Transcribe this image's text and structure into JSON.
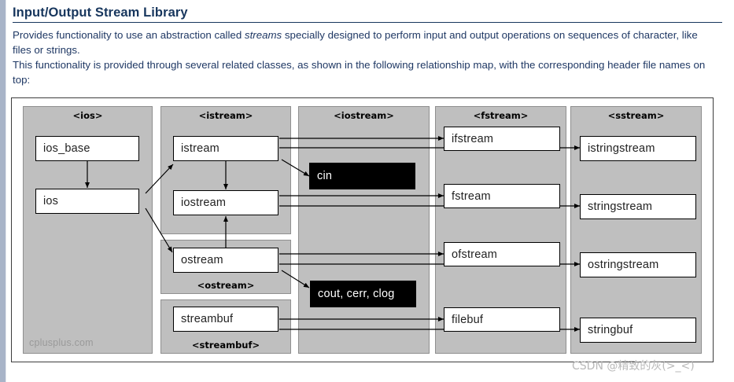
{
  "page": {
    "title": "Input/Output Stream Library",
    "paragraph1_before": "Provides functionality to use an abstraction called ",
    "paragraph1_italic": "streams",
    "paragraph1_after": " specially designed to perform input and output operations on sequences of character, like files or strings.",
    "paragraph2": "This functionality is provided through several related classes, as shown in the following relationship map, with the corresponding header file names on top:"
  },
  "watermarks": {
    "source": "cplusplus.com",
    "csdn": "CSDN @精致的灰(>_<)"
  },
  "colors": {
    "panel_fill": "#bfbfbf",
    "panel_border": "#8f8f8f",
    "box_fill": "#ffffff",
    "box_border": "#000000",
    "object_fill": "#000000",
    "object_text": "#ffffff",
    "text_blue": "#1f3864",
    "frame_border": "#3d3d3d",
    "left_strip": "#a8b4c8"
  },
  "diagram": {
    "headers": {
      "ios": "<ios>",
      "istream": "<istream>",
      "ostream": "<ostream>",
      "streambuf": "<streambuf>",
      "iostream": "<iostream>",
      "fstream": "<fstream>",
      "sstream": "<sstream>"
    },
    "classes": {
      "ios_base": "ios_base",
      "ios": "ios",
      "istream": "istream",
      "iostream": "iostream",
      "ostream": "ostream",
      "streambuf": "streambuf",
      "ifstream": "ifstream",
      "fstream": "fstream",
      "ofstream": "ofstream",
      "filebuf": "filebuf",
      "istringstream": "istringstream",
      "stringstream": "stringstream",
      "ostringstream": "ostringstream",
      "stringbuf": "stringbuf"
    },
    "objects": {
      "cin": "cin",
      "cout": "cout, cerr, clog"
    },
    "relationships": [
      {
        "from": "ios_base",
        "to": "ios"
      },
      {
        "from": "ios",
        "to": "istream"
      },
      {
        "from": "ios",
        "to": "ostream"
      },
      {
        "from": "istream",
        "to": "iostream"
      },
      {
        "from": "ostream",
        "to": "iostream"
      },
      {
        "from": "istream",
        "to": "cin"
      },
      {
        "from": "ostream",
        "to": "cout, cerr, clog"
      },
      {
        "from": "istream",
        "to": "ifstream"
      },
      {
        "from": "istream",
        "to": "istringstream"
      },
      {
        "from": "iostream",
        "to": "fstream"
      },
      {
        "from": "iostream",
        "to": "stringstream"
      },
      {
        "from": "ostream",
        "to": "ofstream"
      },
      {
        "from": "ostream",
        "to": "ostringstream"
      },
      {
        "from": "streambuf",
        "to": "filebuf"
      },
      {
        "from": "streambuf",
        "to": "stringbuf"
      }
    ]
  }
}
